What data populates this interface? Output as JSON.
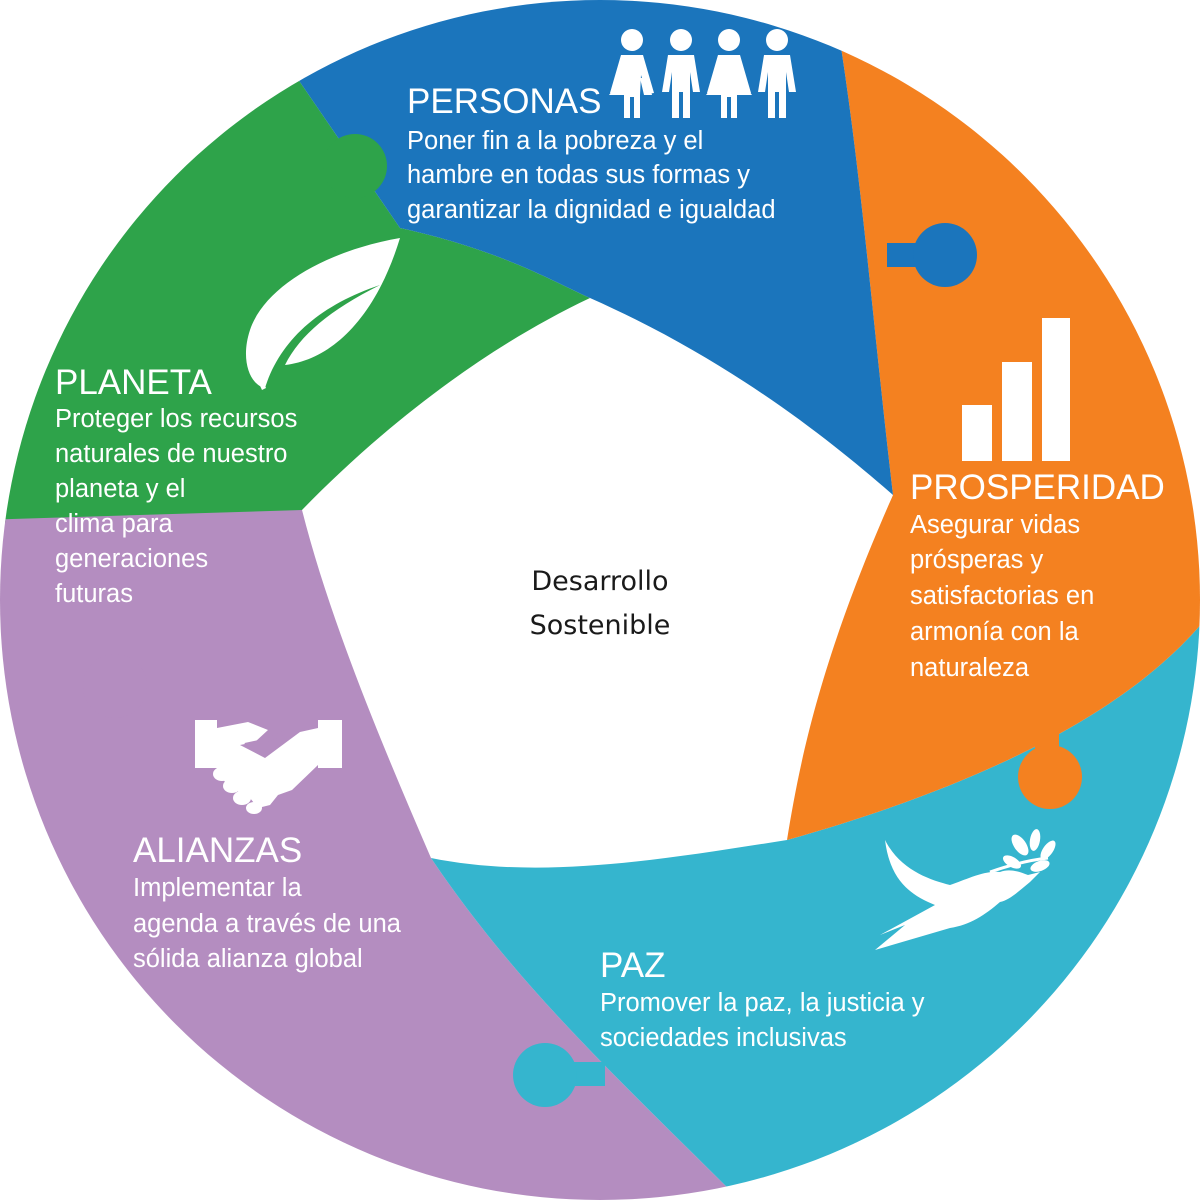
{
  "center": {
    "line1": "Desarrollo",
    "line2": "Sostenible"
  },
  "segments": {
    "personas": {
      "title": "PERSONAS",
      "lines": [
        "Poner fin a la pobreza y el",
        "hambre en todas sus formas y",
        "garantizar la dignidad e igualdad"
      ],
      "color": "#1B75BC",
      "icon": "people-icon"
    },
    "prosperidad": {
      "title": "PROSPERIDAD",
      "lines": [
        "Asegurar vidas",
        "prósperas y",
        "satisfactorias en",
        "armonía con la",
        "naturaleza"
      ],
      "color": "#F48120",
      "icon": "bar-chart-icon"
    },
    "paz": {
      "title": "PAZ",
      "lines": [
        "Promover la paz, la justicia y",
        "sociedades inclusivas"
      ],
      "color": "#35B5CE",
      "icon": "dove-icon"
    },
    "alianzas": {
      "title": "ALIANZAS",
      "lines": [
        "Implementar la",
        "agenda a través de una",
        "sólida alianza global"
      ],
      "color": "#B48DC0",
      "icon": "handshake-icon"
    },
    "planeta": {
      "title": "PLANETA",
      "lines": [
        "Proteger los recursos",
        "naturales de nuestro",
        "planeta y el",
        "clima para",
        "generaciones",
        "futuras"
      ],
      "color": "#2EA34A",
      "icon": "leaf-icon"
    }
  }
}
